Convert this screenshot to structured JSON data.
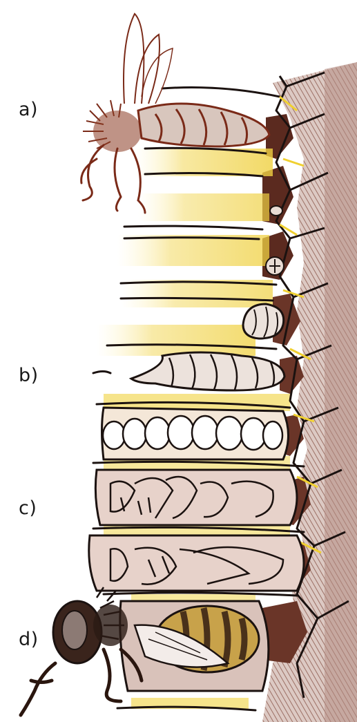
{
  "labels": {
    "a": "a)",
    "b": "b)",
    "c": "c)",
    "d": "d)"
  },
  "colors": {
    "ink": "#1b1210",
    "comb_brown": "#6e3a2a",
    "comb_brown_light": "#a8746a",
    "wax_yellow": "#f0d030",
    "wax_pale": "#f6e6a0",
    "cell_fill": "#e9d8cf",
    "bee_rust": "#7a2a18"
  },
  "stages": [
    {
      "id": "a",
      "depicts": "egg-laying-bee-icon"
    },
    {
      "id": "b",
      "depicts": "larva-icon"
    },
    {
      "id": "c",
      "depicts": "pupa-icon"
    },
    {
      "id": "d",
      "depicts": "emerging-bee-icon"
    }
  ]
}
